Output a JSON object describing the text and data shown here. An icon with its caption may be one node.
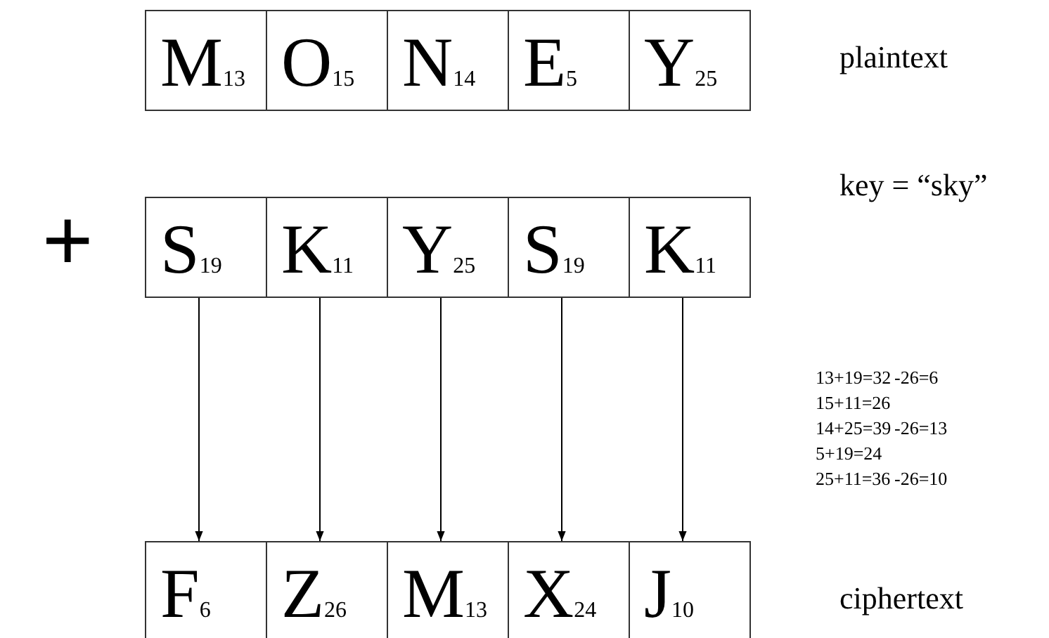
{
  "diagram": {
    "nodes": [
      {
        "text": [
          "M$_{13}$"
        ]
      },
      {
        "text": [
          "O$_{15}$"
        ]
      },
      {
        "text": [
          "N$_{14}$"
        ]
      },
      {
        "text": [
          "E$_{5}$"
        ]
      },
      {
        "text": [
          "Y$_{25}$"
        ]
      },
      {
        "text": [
          "S$_{19}$"
        ]
      },
      {
        "text": [
          "K$_{11}$"
        ]
      },
      {
        "text": [
          "Y$_{25}$"
        ]
      },
      {
        "text": [
          "S$_{19}$"
        ]
      },
      {
        "text": [
          "K$_{11}$"
        ]
      },
      {
        "text": [
          "F$_{6}$"
        ]
      },
      {
        "text": [
          "Z$_{26}$"
        ]
      },
      {
        "text": [
          "M$_{13}$"
        ]
      },
      {
        "text": [
          "X$_{24}$"
        ]
      },
      {
        "text": [
          "J$_{10}$"
        ]
      }
    ],
    "edges": [
      {
        "from": 5,
        "to": 10,
        "arrow": "to"
      },
      {
        "from": 6,
        "to": 11,
        "arrow": "to"
      },
      {
        "from": 7,
        "to": 12,
        "arrow": "to"
      },
      {
        "from": 8,
        "to": 13,
        "arrow": "to"
      },
      {
        "from": 9,
        "to": 14,
        "arrow": "to"
      }
    ],
    "labels": [
      "plaintext",
      "+",
      "key = “sky”",
      "13+19=32",
      "-26=6",
      "15+11=26",
      "14+25=39",
      "-26=13",
      "5+19=24",
      "25+11=36",
      "-26=10",
      "ciphertext"
    ]
  }
}
